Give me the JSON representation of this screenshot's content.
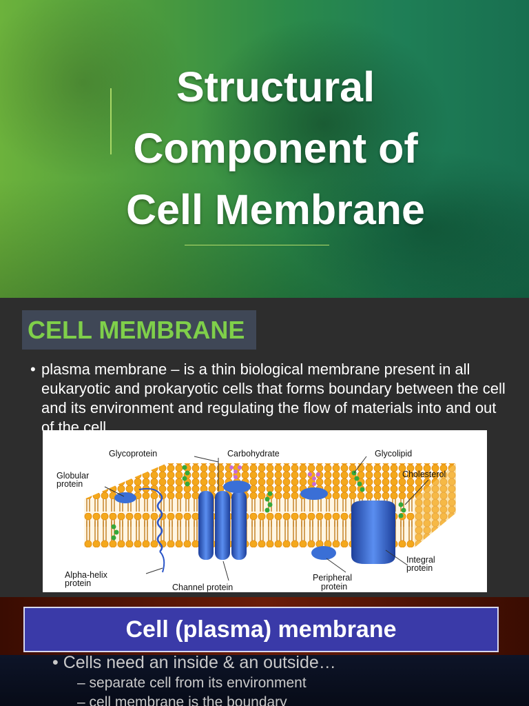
{
  "slide1": {
    "title": "Structural Component of Cell Membrane"
  },
  "slide2": {
    "heading": "CELL MEMBRANE",
    "bullet_symbol": "•",
    "body": "plasma membrane – is a thin biological membrane present in all eukaryotic and prokaryotic cells that  forms boundary between the cell and its environment and regulating the flow of materials into and out of the cell.",
    "diagram_labels": {
      "glycoprotein": "Glycoprotein",
      "carbohydrate": "Carbohydrate",
      "glycolipid": "Glycolipid",
      "globular_line1": "Globular",
      "globular_line2": "protein",
      "cholesterol": "Cholesterol",
      "integral_line1": "Integral",
      "integral_line2": "protein",
      "alpha_line1": "Alpha-helix",
      "alpha_line2": "protein",
      "channel": "Channel protein",
      "peripheral_line1": "Peripheral",
      "peripheral_line2": "protein"
    },
    "colors": {
      "lipid_heads": "#f4a81c",
      "protein": "#3a6fd6",
      "glyco_green": "#35a83a",
      "carbohydrate": "#c86ad6"
    }
  },
  "slide3": {
    "title": "Cell (plasma) membrane",
    "bullet1": "• Cells need an inside & an outside…",
    "sub1": "– separate cell from its environment",
    "sub2": "– cell membrane is the boundary"
  }
}
